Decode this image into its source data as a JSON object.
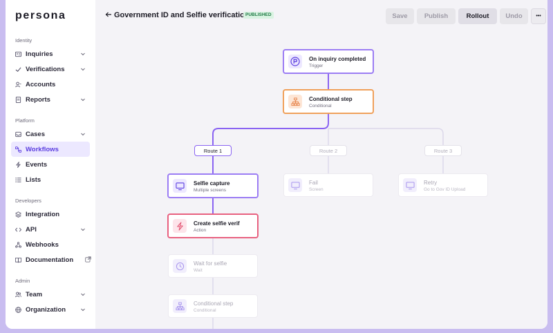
{
  "brand": {
    "logo": "persona",
    "accent": "#7b5cf0"
  },
  "sidebar": {
    "sections": [
      {
        "label": "Identity",
        "items": [
          {
            "label": "Inquiries",
            "icon": "id-card-icon",
            "chevron": true
          },
          {
            "label": "Verifications",
            "icon": "check-icon",
            "chevron": true
          },
          {
            "label": "Accounts",
            "icon": "user-icon",
            "chevron": false
          },
          {
            "label": "Reports",
            "icon": "document-icon",
            "chevron": true
          }
        ]
      },
      {
        "label": "Platform",
        "items": [
          {
            "label": "Cases",
            "icon": "inbox-icon",
            "chevron": true
          },
          {
            "label": "Workflows",
            "icon": "workflow-icon",
            "chevron": false,
            "active": true
          },
          {
            "label": "Events",
            "icon": "bolt-icon",
            "chevron": false
          },
          {
            "label": "Lists",
            "icon": "list-icon",
            "chevron": false
          }
        ]
      },
      {
        "label": "Developers",
        "items": [
          {
            "label": "Integration",
            "icon": "layers-icon",
            "chevron": false
          },
          {
            "label": "API",
            "icon": "code-icon",
            "chevron": true
          },
          {
            "label": "Webhooks",
            "icon": "webhook-icon",
            "chevron": false
          },
          {
            "label": "Documentation",
            "icon": "book-icon",
            "chevron": false,
            "external": true
          }
        ]
      },
      {
        "label": "Admin",
        "items": [
          {
            "label": "Team",
            "icon": "team-icon",
            "chevron": true
          },
          {
            "label": "Organization",
            "icon": "globe-icon",
            "chevron": true
          }
        ]
      }
    ]
  },
  "header": {
    "title": "Government ID and Selfie verification",
    "status": "PUBLISHED",
    "buttons": {
      "save": "Save",
      "publish": "Publish",
      "rollout": "Rollout",
      "undo": "Undo",
      "more": "•••"
    }
  },
  "workflow": {
    "trigger": {
      "title": "On inquiry completed",
      "subtitle": "Trigger",
      "icon": "persona-p-icon"
    },
    "conditional": {
      "title": "Conditional step",
      "subtitle": "Conditional",
      "icon": "branch-icon"
    },
    "routes": [
      "Route 1",
      "Route 2",
      "Route 3"
    ],
    "route1": [
      {
        "title": "Selfie capture",
        "subtitle": "Multiple screens",
        "icon": "screen-icon"
      },
      {
        "title": "Create selfie verif",
        "subtitle": "Action",
        "icon": "bolt-icon"
      },
      {
        "title": "Wait for selfie",
        "subtitle": "Wait",
        "icon": "clock-icon"
      },
      {
        "title": "Conditional step",
        "subtitle": "Conditional",
        "icon": "branch-icon"
      }
    ],
    "route2": {
      "title": "Fail",
      "subtitle": "Screen",
      "icon": "screen-icon"
    },
    "route3": {
      "title": "Retry",
      "subtitle": "Go to Gov ID Upload",
      "icon": "screen-icon"
    }
  },
  "colors": {
    "active_nav_bg": "#ece8ff",
    "purple": "#8a63f2",
    "orange": "#f0a05a",
    "pink": "#e8607f",
    "published_bg": "#d9f3e2"
  }
}
